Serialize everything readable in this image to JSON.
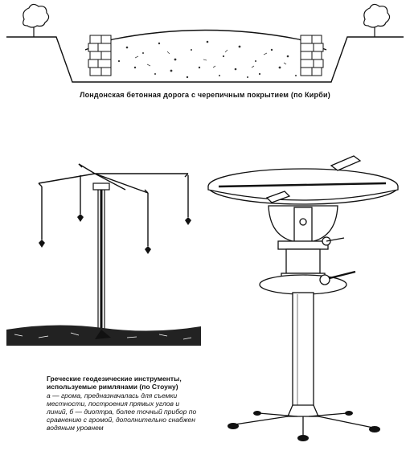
{
  "top_figure": {
    "caption": "Лондонская бетонная дорога с черепичным покрытием (по Кирби)"
  },
  "bottom_figure": {
    "caption_title": "Греческие геодезические инструменты, используемые римлянами (по Стоуну)",
    "caption_body": "а — грома, предназначалась для съемки местности, построения прямых углов и линий, б — диоптра, более точный прибор по сравнению с громой, дополнительно снабжен водяным уровнем"
  }
}
